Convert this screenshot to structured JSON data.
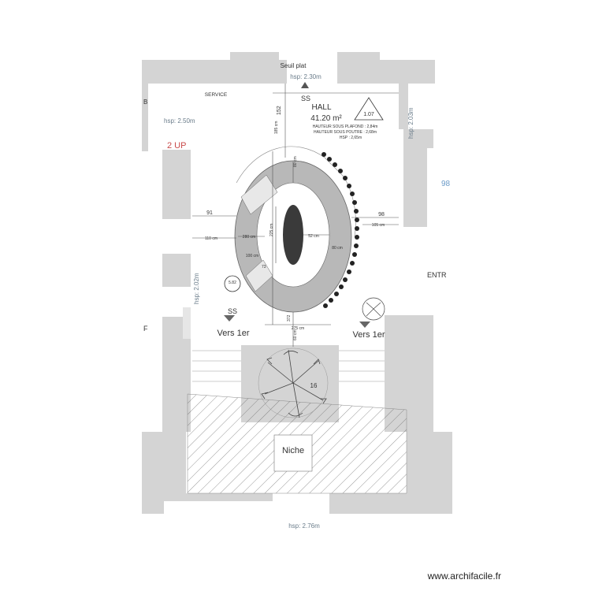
{
  "top_label": "Seuil plat",
  "hsp_top": "hsp: 2.30m",
  "service": "SERVICE",
  "ss_top": "SS",
  "hall": {
    "name": "HALL",
    "area": "41.20 m²",
    "hsp_plafond": "HAUTEUR SOUS PLAFOND : 2,84m",
    "hsp_poutre": "HAUTEUR SOUS POUTRE : 2,68m",
    "hsp": "HSP : 2,65m"
  },
  "badge_top": "1.07",
  "badge_left": "5.82",
  "hsp_left_top": "hsp: 2.50m",
  "up_label": "2 UP",
  "hsp_left_mid": "hsp: 2.02m",
  "hsp_right": "hsp: 2.03m",
  "ss_left": "SS",
  "vers_left": "Vers 1er",
  "vers_right": "Vers 1er",
  "entry": "ENTR",
  "niche": "Niche",
  "hsp_bottom": "hsp: 2.76m",
  "edge_letter_top": "B",
  "edge_letter_left": "F",
  "edge_num_right": "98",
  "tree_num": "16",
  "dims": {
    "d152": "152",
    "d91": "91",
    "d110": "110 cm",
    "d98": "98",
    "d105": "105 cm",
    "d80top": "80 cm",
    "d52": "52 cm",
    "d80right": "80 cm",
    "d100": "100 cm",
    "d280": "280 cm",
    "d275": "275 cm",
    "d185": "185 cm",
    "d372": "372",
    "d60": "60 cm",
    "d73": "73",
    "d225": "225 cm"
  },
  "watermark": "www.archifacile.fr"
}
